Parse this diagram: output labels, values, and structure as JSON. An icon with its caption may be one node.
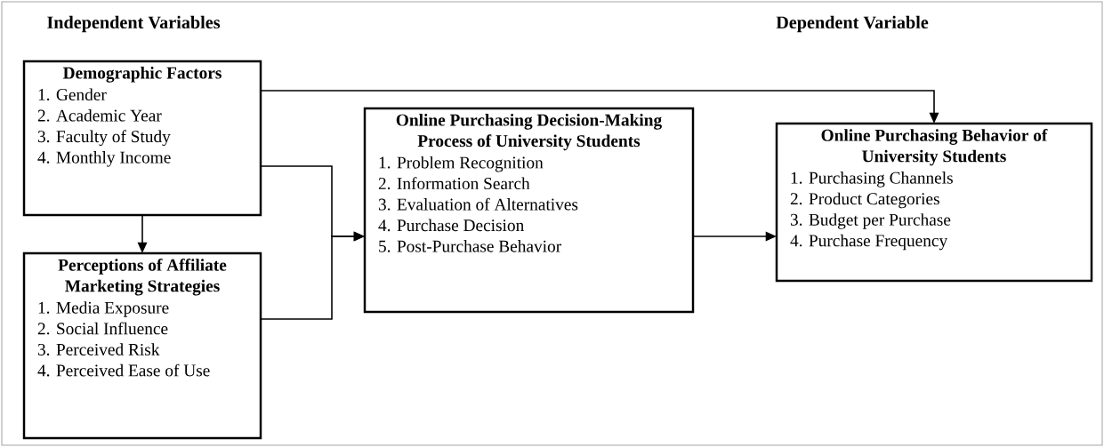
{
  "diagram": {
    "nodes": [
      {
        "text": [
          "Demographic Factors",
          "1. Gender",
          "2. Academic Year",
          "3. Faculty of Study",
          "4. Monthly Income"
        ]
      },
      {
        "text": [
          "Perceptions of Affiliate Marketing Strategies",
          "1. Media Exposure",
          "2. Social Influence",
          "3. Perceived Risk",
          "4. Perceived Ease of Use"
        ]
      },
      {
        "text": [
          "Online Purchasing Decision-Making Process of University Students",
          "1. Problem Recognition",
          "2. Information Search",
          "3. Evaluation of Alternatives",
          "4. Purchase Decision",
          "5. Post-Purchase Behavior"
        ]
      },
      {
        "text": [
          "Online Purchasing Behavior of University Students",
          "1. Purchasing Channels",
          "2. Product Categories",
          "3. Budget per Purchase",
          "4. Purchase Frequency"
        ]
      }
    ],
    "edges": [
      {
        "from": 0,
        "to": 3,
        "arrow": "to"
      },
      {
        "from": 0,
        "to": 1,
        "arrow": "to"
      },
      {
        "from": 0,
        "to": 2,
        "arrow": "to"
      },
      {
        "from": 1,
        "to": 2,
        "arrow": "to"
      },
      {
        "from": 2,
        "to": 3,
        "arrow": "to"
      }
    ],
    "labels": [
      "Independent Variables",
      "Dependent Variable"
    ]
  }
}
